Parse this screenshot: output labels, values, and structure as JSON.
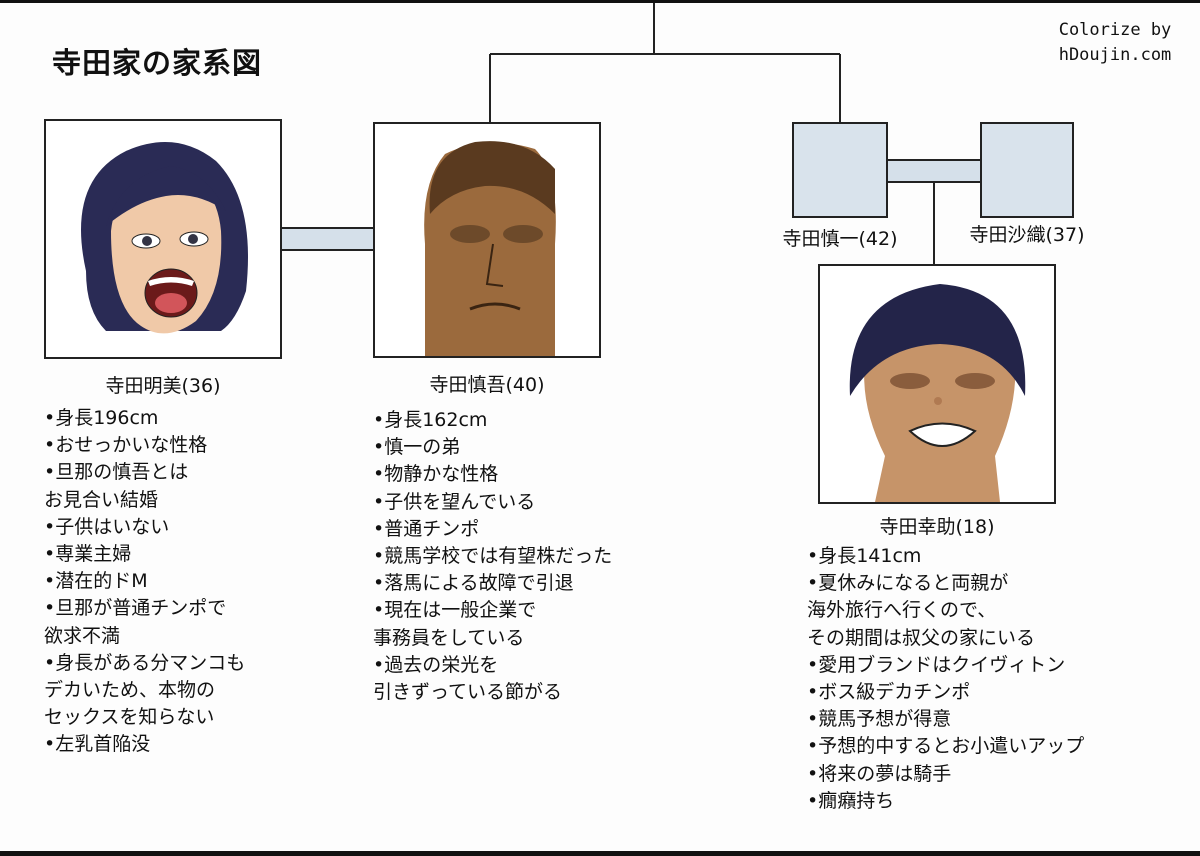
{
  "title": "寺田家の家系図",
  "credit": {
    "line1": "Colorize by",
    "line2": "hDoujin.com"
  },
  "colors": {
    "connector": "#d5e0ea",
    "placeholder": "#d9e3ec",
    "line": "#222222"
  },
  "members": [
    {
      "id": "akemi",
      "name": "寺田明美(36)",
      "details": [
        "•身長196cm",
        "•おせっかいな性格",
        "•旦那の慎吾とは",
        "お見合い結婚",
        "•子供はいない",
        "•専業主婦",
        "•潜在的ドM",
        "•旦那が普通チンポで",
        "欲求不満",
        "•身長がある分マンコも",
        "デカいため、本物の",
        "セックスを知らない",
        "•左乳首陥没"
      ]
    },
    {
      "id": "shingo",
      "name": "寺田慎吾(40)",
      "details": [
        "•身長162cm",
        "•慎一の弟",
        "•物静かな性格",
        "•子供を望んでいる",
        "•普通チンポ",
        "•競馬学校では有望株だった",
        "•落馬による故障で引退",
        "•現在は一般企業で",
        "事務員をしている",
        "•過去の栄光を",
        "引きずっている節がる"
      ]
    },
    {
      "id": "shinichi",
      "name": "寺田慎一(42)"
    },
    {
      "id": "saori",
      "name": "寺田沙織(37)"
    },
    {
      "id": "kousuke",
      "name": "寺田幸助(18)",
      "details": [
        "•身長141cm",
        "•夏休みになると両親が",
        "海外旅行へ行くので、",
        "その期間は叔父の家にいる",
        "•愛用ブランドはクイヴィトン",
        "•ボス級デカチンポ",
        "•競馬予想が得意",
        "•予想的中するとお小遣いアップ",
        "•将来の夢は騎手",
        "•癇癪持ち"
      ]
    }
  ]
}
